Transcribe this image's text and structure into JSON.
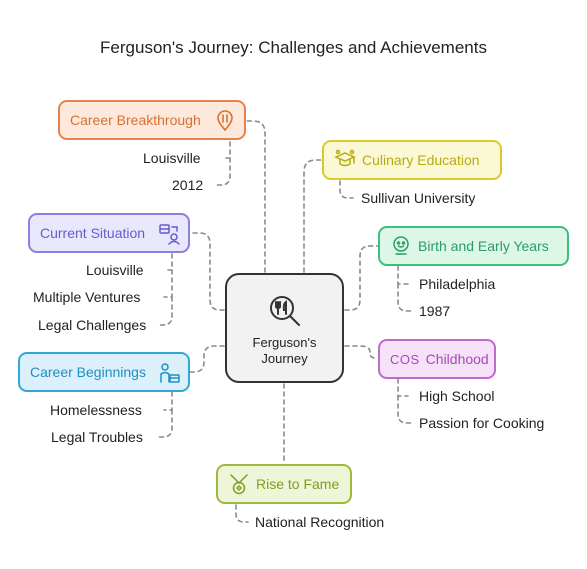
{
  "title": "Ferguson's Journey: Challenges and Achievements",
  "center": {
    "line1": "Ferguson's",
    "line2": "Journey"
  },
  "nodes": {
    "career_breakthrough": {
      "label": "Career Breakthrough",
      "items": [
        "Louisville",
        "2012"
      ]
    },
    "current_situation": {
      "label": "Current Situation",
      "items": [
        "Louisville",
        "Multiple Ventures",
        "Legal Challenges"
      ]
    },
    "career_beginnings": {
      "label": "Career Beginnings",
      "items": [
        "Homelessness",
        "Legal Troubles"
      ]
    },
    "rise_to_fame": {
      "label": "Rise to Fame",
      "items": [
        "National Recognition"
      ]
    },
    "culinary_education": {
      "label": "Culinary Education",
      "items": [
        "Sullivan University"
      ]
    },
    "birth_early_years": {
      "label": "Birth and Early Years",
      "items": [
        "Philadelphia",
        "1987"
      ]
    },
    "childhood": {
      "label": "Childhood",
      "items": [
        "High School",
        "Passion for Cooking"
      ]
    }
  },
  "icons": {
    "center": "fork-knife-magnifier-icon",
    "career_breakthrough": "location-pin-icon",
    "current_situation": "status-icon",
    "career_beginnings": "worker-briefcase-icon",
    "rise_to_fame": "star-medal-icon",
    "culinary_education": "graduation-icon",
    "birth_early_years": "baby-icon",
    "childhood": "cos-icon"
  },
  "icon_text": {
    "childhood": "COS"
  },
  "colors": {
    "orange": "#e6834a",
    "purple": "#8b7fe0",
    "teal": "#31a9d6",
    "yellow": "#d7cc2a",
    "green": "#3cbf7c",
    "violet": "#c06ad0",
    "lime": "#9dbb3d",
    "connector": "#888888"
  }
}
